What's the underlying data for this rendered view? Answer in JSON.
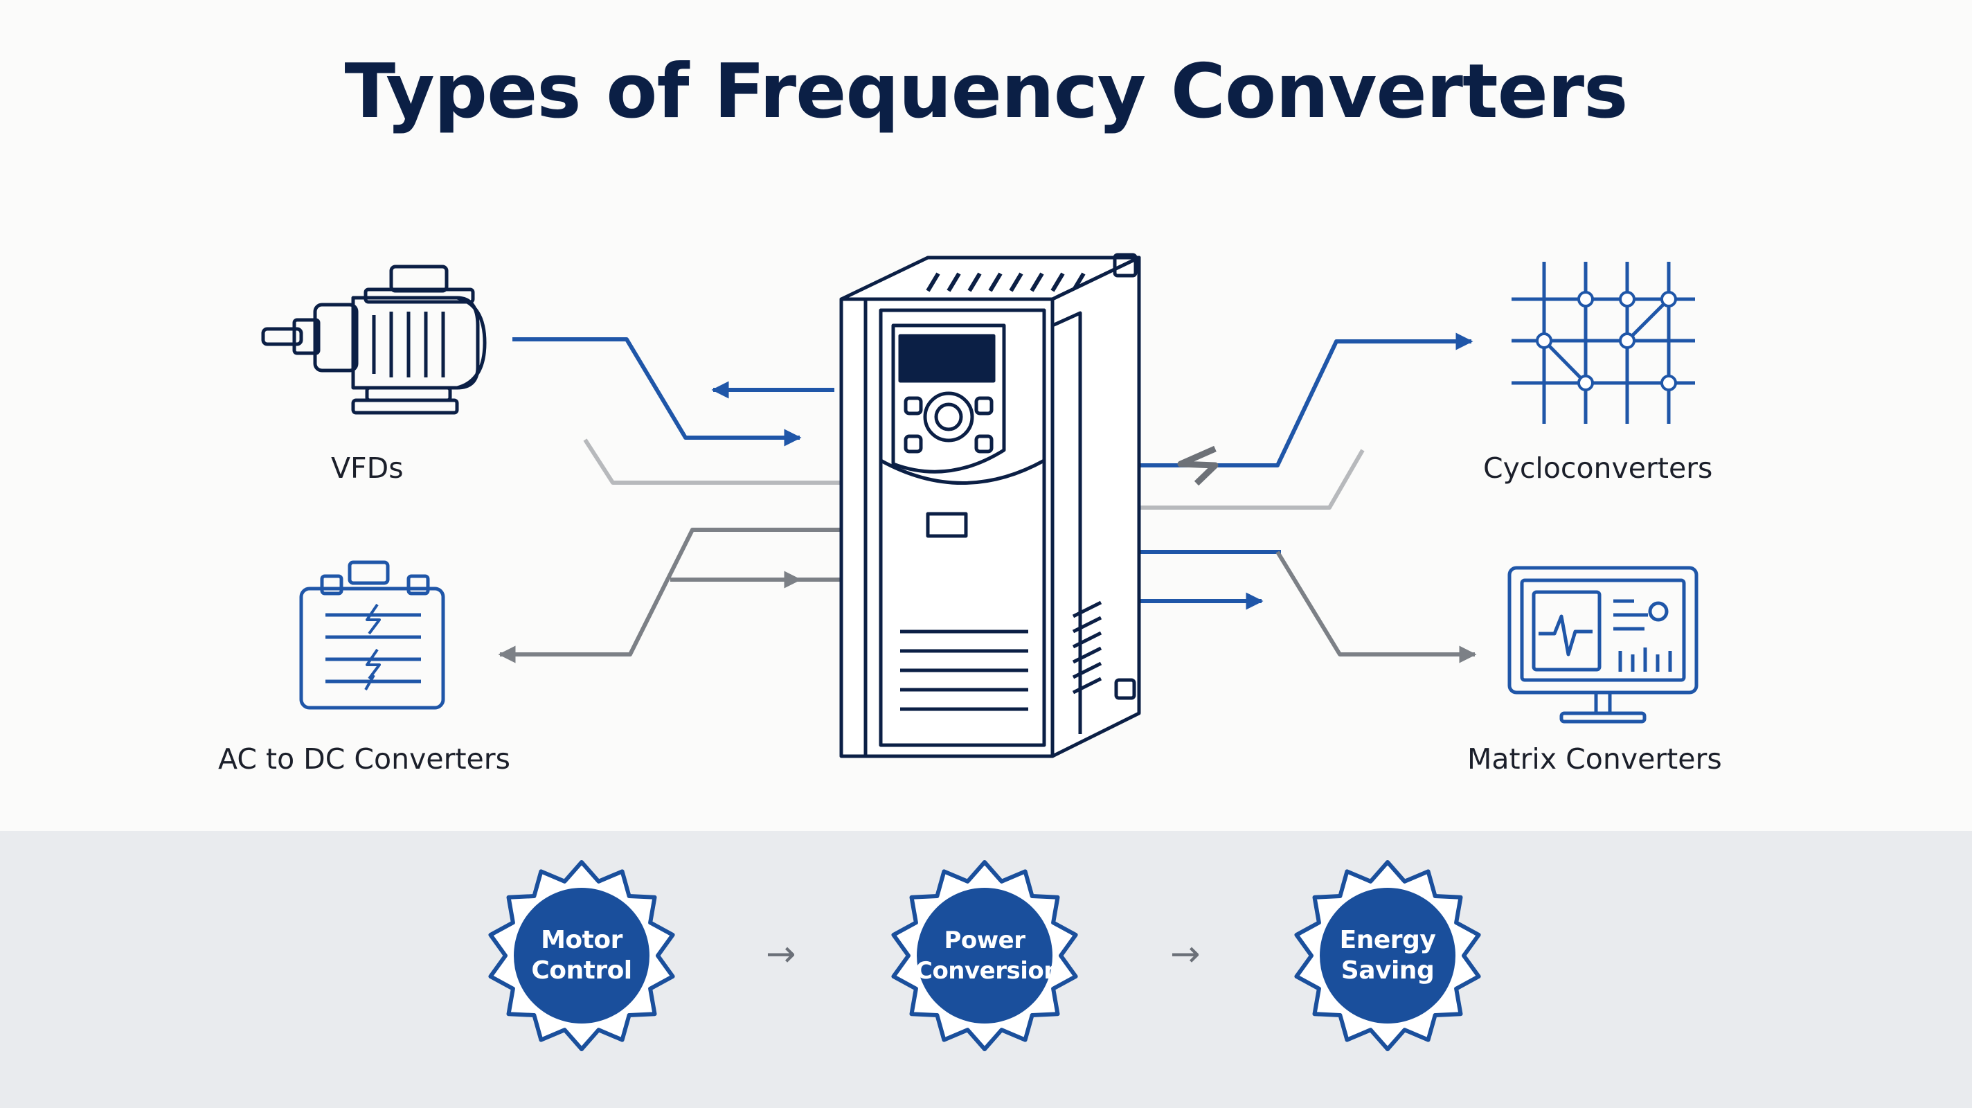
{
  "title": "Types of Frequency Converters",
  "types": [
    {
      "label": "VFDs",
      "icon": "motor-icon"
    },
    {
      "label": "AC to DC Converters",
      "icon": "converter-module-icon"
    },
    {
      "label": "Cycloconverters",
      "icon": "grid-network-icon"
    },
    {
      "label": "Matrix Converters",
      "icon": "monitor-display-icon"
    }
  ],
  "badges": [
    {
      "line1": "Motor",
      "line2": "Control"
    },
    {
      "line1": "Power",
      "line2": "Conversion"
    },
    {
      "line1": "Energy",
      "line2": "Saving"
    }
  ],
  "step_arrow": "→",
  "colors": {
    "navy": "#0b1f45",
    "blue": "#1f56a8",
    "gray": "#808488",
    "badge": "#1a4f9c",
    "band": "#e9ebee"
  }
}
